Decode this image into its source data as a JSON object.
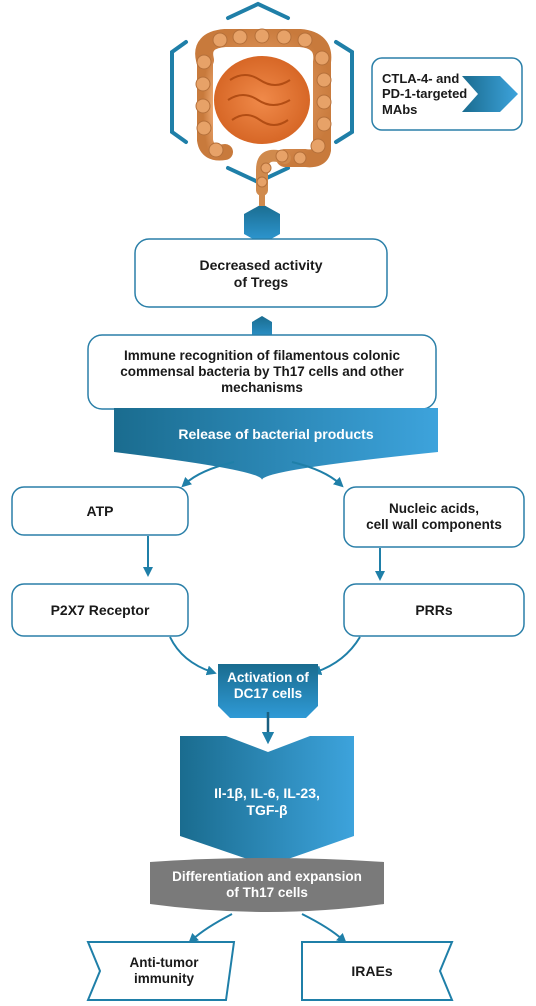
{
  "top": {
    "illustration": "colon-illustration",
    "therapy_label": "CTLA-4- and\nPD-1-targeted\nMAbs"
  },
  "flow": {
    "tregs": "Decreased activity\nof Tregs",
    "recognition": "Immune recognition of filamentous colonic\ncommensal bacteria by Th17 cells and other\nmechanisms",
    "release": "Release of bacterial products",
    "atp": "ATP",
    "nucleic": "Nucleic acids,\ncell wall components",
    "p2x7": "P2X7 Receptor",
    "prrs": "PRRs",
    "dc17": "Activation of\nDC17 cells",
    "cytokines": "Il-1β, IL-6, IL-23,\nTGF-β",
    "differentiation": "Differentiation and expansion\nof Th17 cells",
    "antitumor": "Anti-tumor\nimmunity",
    "iraes": "IRAEs"
  },
  "colors": {
    "accent_blue": "#1f8fc6",
    "accent_dark": "#1a6c8f",
    "light_blue": "#3da3dc",
    "gray": "#7a7a7a",
    "box_border": "#2a7fa8"
  }
}
